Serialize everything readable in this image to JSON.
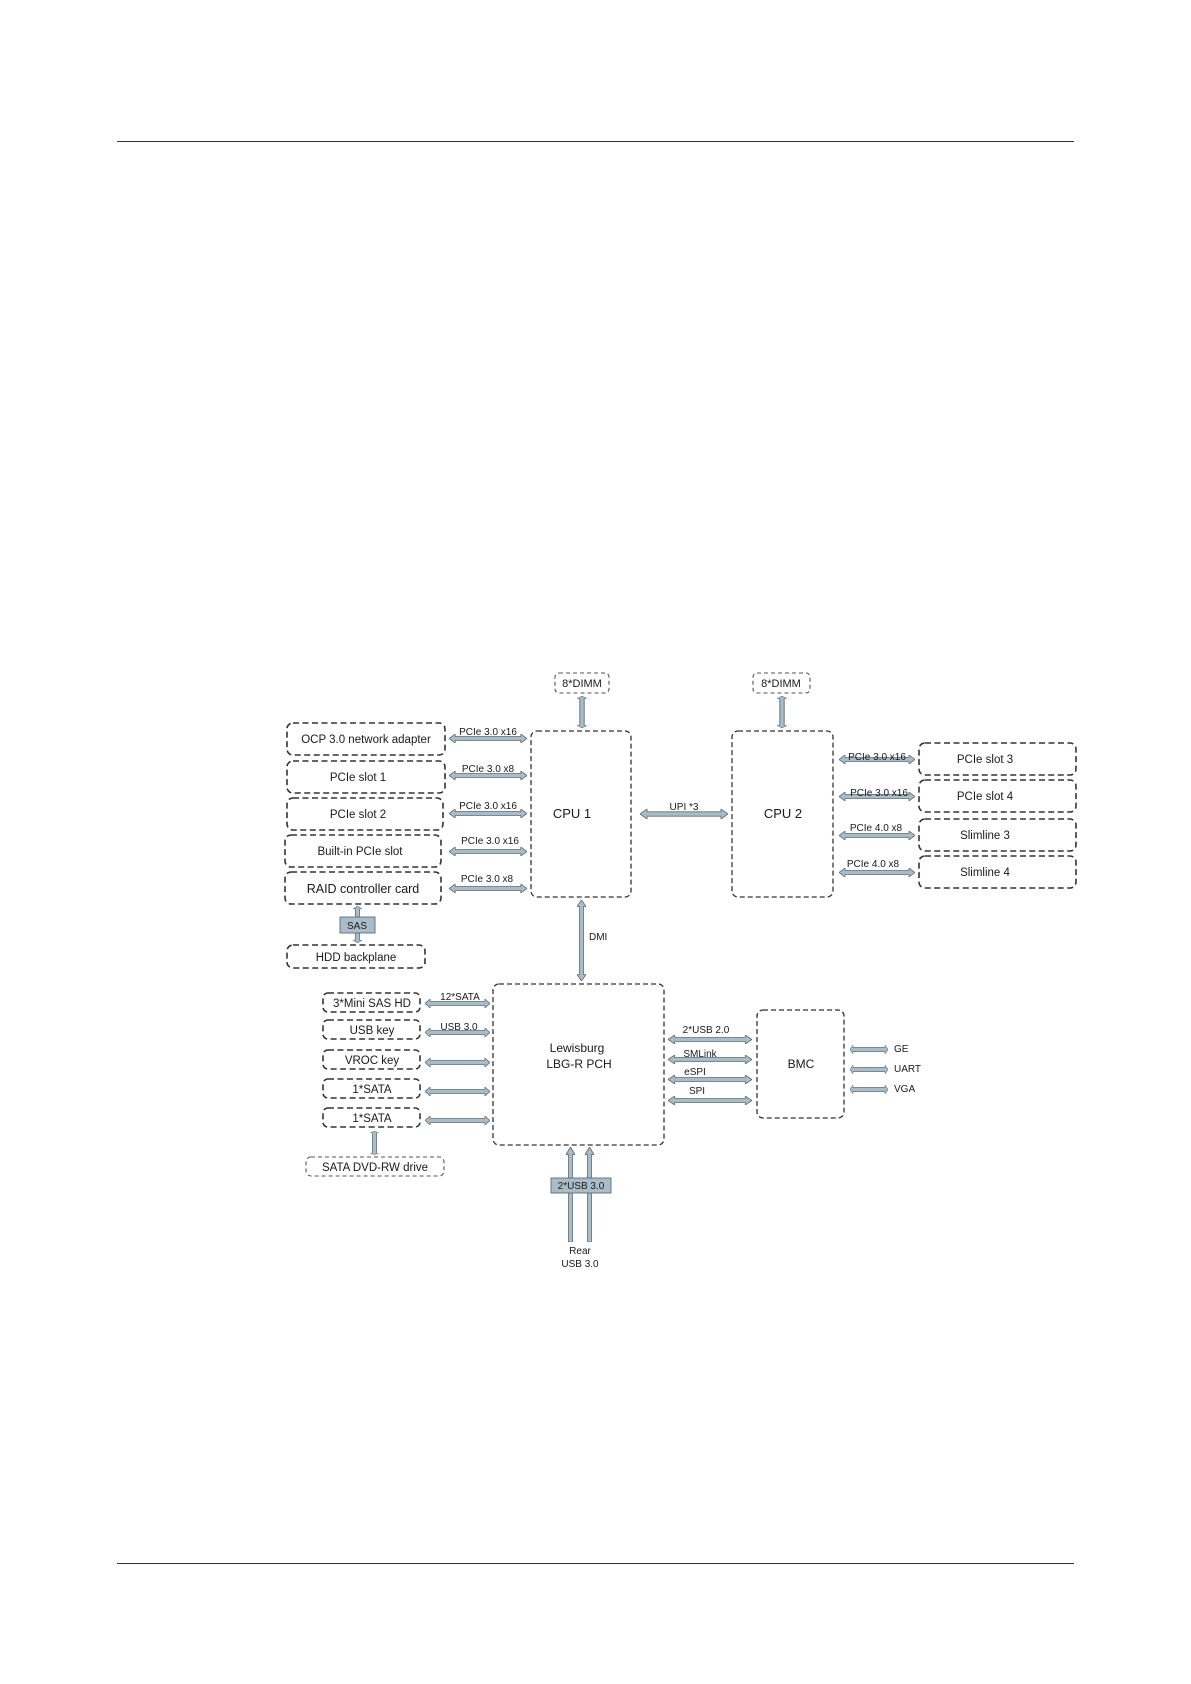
{
  "blocks": {
    "cpu1": "CPU 1",
    "cpu2": "CPU 2",
    "dimm1": "8*DIMM",
    "dimm2": "8*DIMM",
    "pch_line1": "Lewisburg",
    "pch_line2": "LBG-R PCH",
    "bmc": "BMC",
    "ocp": "OCP 3.0 network adapter",
    "pcie_slot1": "PCIe slot 1",
    "pcie_slot2": "PCIe slot 2",
    "builtin_pcie": "Built-in PCIe slot",
    "raid": "RAID controller card",
    "hdd_backplane": "HDD backplane",
    "pcie_slot3": "PCIe slot 3",
    "pcie_slot4": "PCIe slot 4",
    "slimline3": "Slimline 3",
    "slimline4": "Slimline 4",
    "mini_sas": "3*Mini SAS HD",
    "usb_key": "USB key",
    "vroc_key": "VROC key",
    "sata1": "1*SATA",
    "sata2": "1*SATA",
    "dvd": "SATA DVD-RW drive"
  },
  "links": {
    "ocp": "PCIe 3.0 x16",
    "slot1": "PCIe 3.0 x8",
    "slot2": "PCIe 3.0 x16",
    "builtin": "PCIe 3.0 x16",
    "raid": "PCIe 3.0 x8",
    "sas": "SAS",
    "upi": "UPI *3",
    "slot3": "PCIe 3.0 x16",
    "slot4": "PCIe 3.0 x16",
    "slim3": "PCIe 4.0 x8",
    "slim4": "PCIe 4.0 x8",
    "dmi": "DMI",
    "mini_sas": "12*SATA",
    "usb_key": "USB 3.0",
    "usb20": "2*USB 2.0",
    "smlink": "SMLink",
    "espi": "eSPI",
    "spi": "SPI",
    "ge": "GE",
    "uart": "UART",
    "vga": "VGA",
    "usb30": "2*USB 3.0",
    "rear_line1": "Rear",
    "rear_line2": "USB 3.0"
  }
}
